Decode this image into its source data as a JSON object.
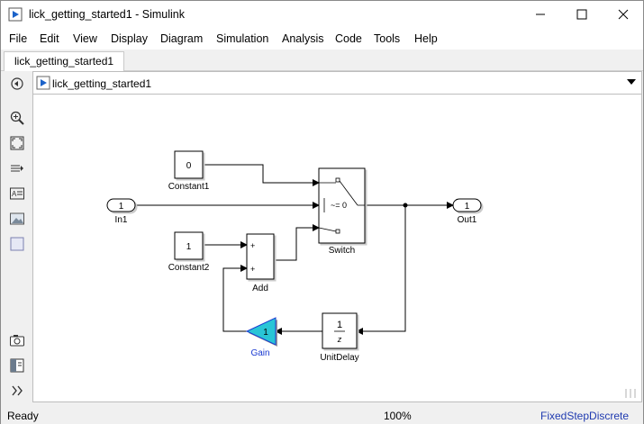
{
  "window": {
    "title": "lick_getting_started1 - Simulink"
  },
  "menu": [
    "File",
    "Edit",
    "View",
    "Display",
    "Diagram",
    "Simulation",
    "Analysis",
    "Code",
    "Tools",
    "Help"
  ],
  "tab": {
    "label": "lick_getting_started1"
  },
  "address": {
    "path": "lick_getting_started1"
  },
  "blocks": {
    "constant1": {
      "value": "0",
      "label": "Constant1"
    },
    "constant2": {
      "value": "1",
      "label": "Constant2"
    },
    "in1": {
      "value": "1",
      "label": "In1"
    },
    "out1": {
      "value": "1",
      "label": "Out1"
    },
    "switch": {
      "criteria": "~= 0",
      "label": "Switch"
    },
    "add": {
      "sign1": "+",
      "sign2": "+",
      "label": "Add"
    },
    "gain": {
      "value": "1",
      "label": "Gain"
    },
    "unitdelay": {
      "numerator": "1",
      "denominator": "z",
      "label": "UnitDelay"
    }
  },
  "status": {
    "left": "Ready",
    "zoom": "100%",
    "solver": "FixedStepDiscrete"
  },
  "colors": {
    "gain_fill": "#29c5d6",
    "gain_label": "#1a3ad1",
    "solver_text": "#1f3ab0"
  }
}
